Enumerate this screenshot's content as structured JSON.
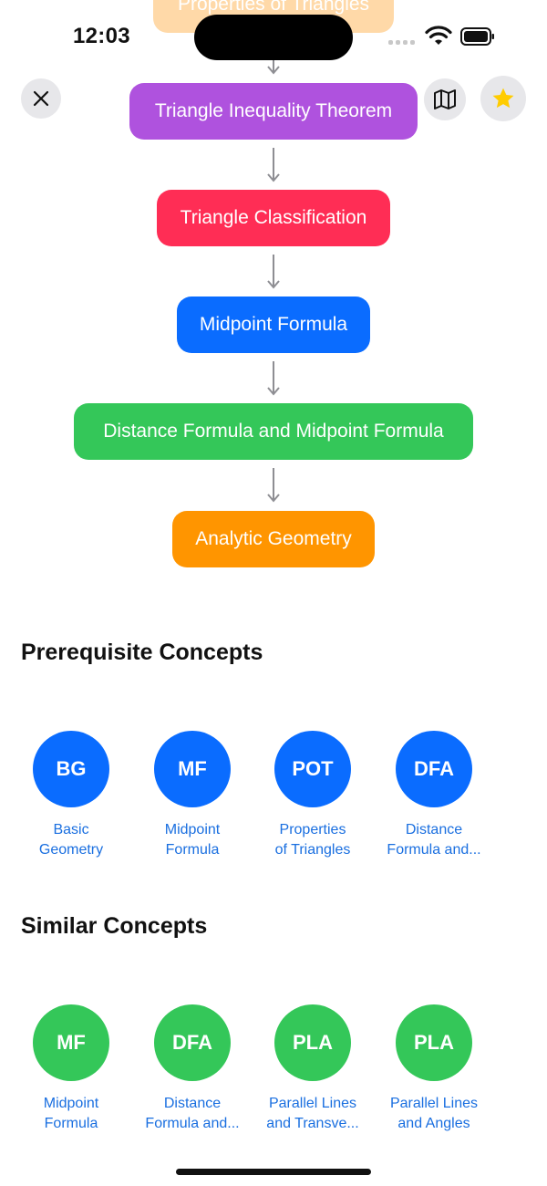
{
  "status_bar": {
    "time": "12:03"
  },
  "flow": {
    "top_partial": "Properties of Triangles",
    "nodes": [
      {
        "label": "Triangle Inequality Theorem",
        "color": "#af52de"
      },
      {
        "label": "Triangle Classification",
        "color": "#ff2d55"
      },
      {
        "label": "Midpoint Formula",
        "color": "#0a6cff"
      },
      {
        "label": "Distance Formula and Midpoint Formula",
        "color": "#34c759"
      },
      {
        "label": "Analytic Geometry",
        "color": "#ff9500"
      }
    ]
  },
  "prerequisites": {
    "title": "Prerequisite Concepts",
    "items": [
      {
        "abbr": "BG",
        "line1": "Basic",
        "line2": "Geometry"
      },
      {
        "abbr": "MF",
        "line1": "Midpoint",
        "line2": "Formula"
      },
      {
        "abbr": "POT",
        "line1": "Properties",
        "line2": "of Triangles"
      },
      {
        "abbr": "DFA",
        "line1": "Distance",
        "line2": "Formula and..."
      }
    ]
  },
  "similar": {
    "title": "Similar Concepts",
    "items": [
      {
        "abbr": "MF",
        "line1": "Midpoint",
        "line2": "Formula"
      },
      {
        "abbr": "DFA",
        "line1": "Distance",
        "line2": "Formula and..."
      },
      {
        "abbr": "PLA",
        "line1": "Parallel Lines",
        "line2": "and Transve..."
      },
      {
        "abbr": "PLA",
        "line1": "Parallel Lines",
        "line2": "and Angles"
      }
    ]
  },
  "icons": {
    "close": "close-icon",
    "map": "map-icon",
    "favorite": "star-icon"
  }
}
